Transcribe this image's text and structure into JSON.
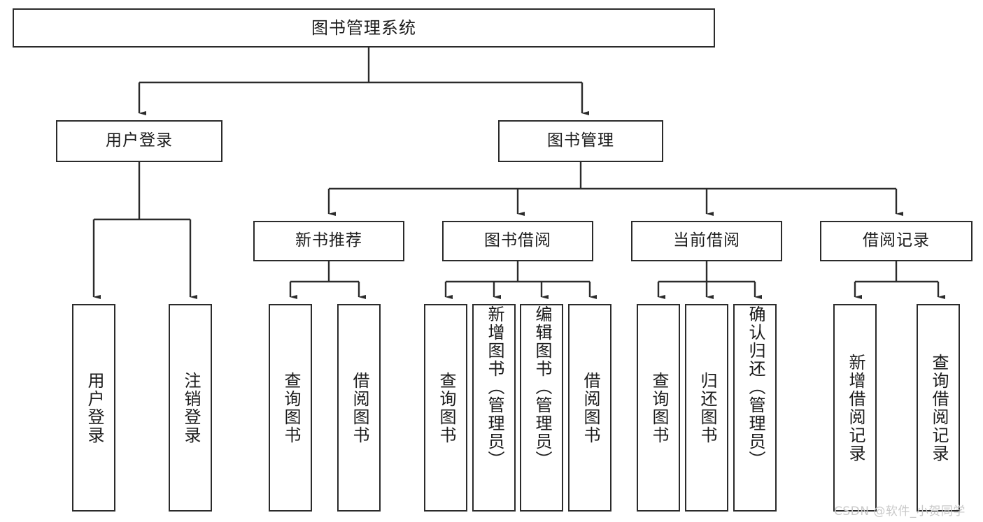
{
  "diagram": {
    "type": "tree",
    "title": "图书管理系统",
    "watermark": "CSDN @软件_小贺同学",
    "colors": {
      "stroke": "#2b2b2b",
      "fill": "#ffffff",
      "text": "#1b1b1b",
      "watermark": "#c9c9c9"
    },
    "nodes": {
      "root": {
        "label": "图书管理系统"
      },
      "level1": [
        {
          "label": "用户登录"
        },
        {
          "label": "图书管理"
        }
      ],
      "level2": [
        {
          "label": "新书推荐"
        },
        {
          "label": "图书借阅"
        },
        {
          "label": "当前借阅"
        },
        {
          "label": "借阅记录"
        }
      ],
      "leaves": {
        "user_login": [
          {
            "label": "用户登录"
          },
          {
            "label": "注销登录"
          }
        ],
        "new_book": [
          {
            "label": "查询图书"
          },
          {
            "label": "借阅图书"
          }
        ],
        "borrow": [
          {
            "label": "查询图书"
          },
          {
            "label": "新增图书（管理员）"
          },
          {
            "label": "编辑图书（管理员）"
          },
          {
            "label": "借阅图书"
          }
        ],
        "current": [
          {
            "label": "查询图书"
          },
          {
            "label": "归还图书"
          },
          {
            "label": "确认归还（管理员）"
          }
        ],
        "records": [
          {
            "label": "新增借阅记录"
          },
          {
            "label": "查询借阅记录"
          }
        ]
      }
    }
  }
}
